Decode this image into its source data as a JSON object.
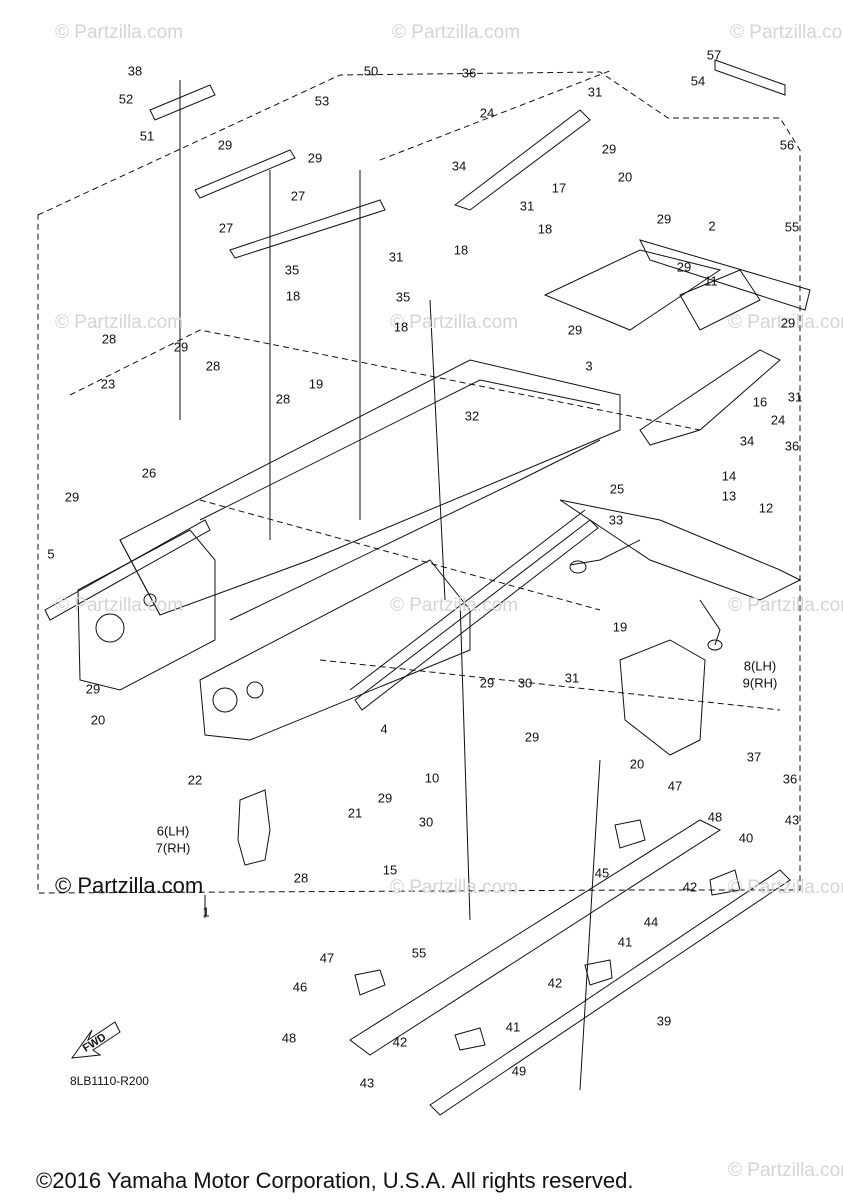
{
  "watermark": "© Partzilla.com",
  "brand_mark": "© Partzilla.com",
  "figure_code": "8LB1110-R200",
  "fwd_label": "FWD",
  "copyright": "©2016 Yamaha Motor Corporation, U.S.A. All rights reserved.",
  "callouts": [
    "1",
    "2",
    "3",
    "4",
    "5",
    "6(LH)",
    "7(RH)",
    "8(LH)",
    "9(RH)",
    "10",
    "11",
    "12",
    "13",
    "14",
    "15",
    "16",
    "17",
    "18",
    "19",
    "20",
    "21",
    "22",
    "23",
    "24",
    "25",
    "26",
    "27",
    "28",
    "29",
    "30",
    "31",
    "32",
    "33",
    "34",
    "35",
    "36",
    "37",
    "38",
    "39",
    "40",
    "41",
    "42",
    "43",
    "44",
    "45",
    "46",
    "47",
    "48",
    "49",
    "50",
    "51",
    "52",
    "53",
    "54",
    "55",
    "56",
    "57"
  ]
}
